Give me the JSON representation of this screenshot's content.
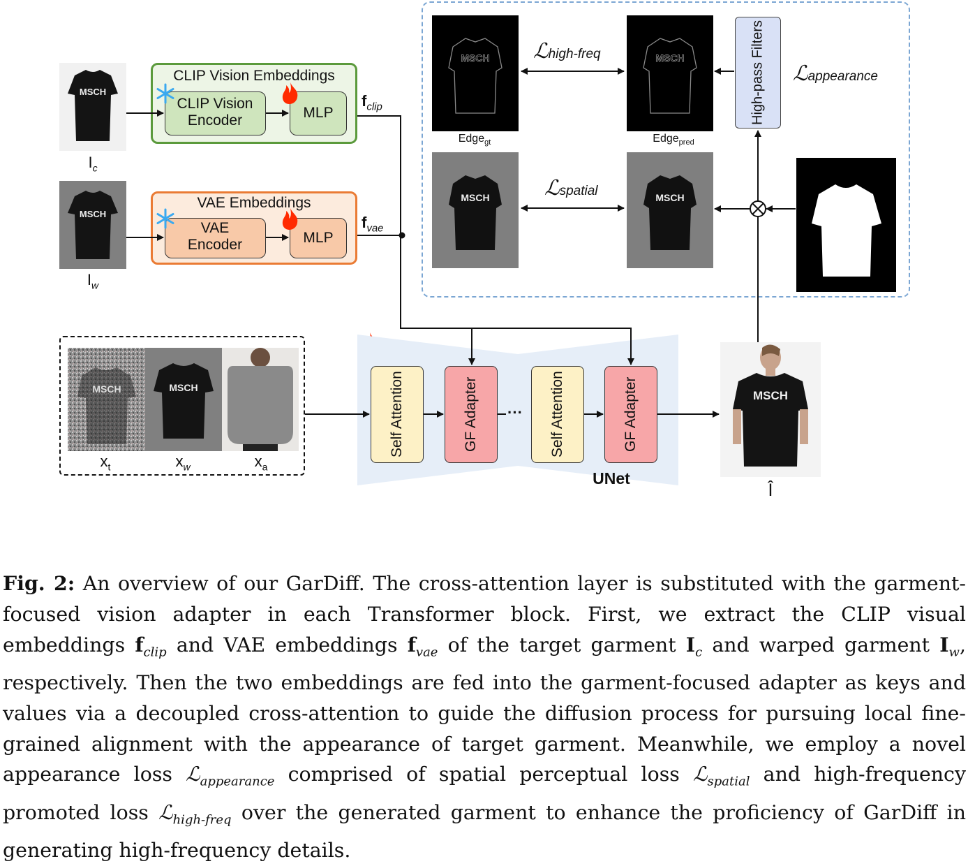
{
  "diagram": {
    "inputs": {
      "target_garment_label": "I",
      "target_garment_sub": "c",
      "warped_garment_label": "I",
      "warped_garment_sub": "w",
      "shirt_text": "MSCH"
    },
    "clip_block": {
      "title": "CLIP Vision Embeddings",
      "encoder": "CLIP Vision Encoder",
      "mlp": "MLP",
      "output_label": "f",
      "output_sub": "clip"
    },
    "vae_block": {
      "title": "VAE Embeddings",
      "encoder": "VAE Encoder",
      "mlp": "MLP",
      "output_label": "f",
      "output_sub": "vae"
    },
    "latents": {
      "xt_label": "x",
      "xt_sub": "t",
      "xw_label": "x",
      "xw_sub": "w",
      "xa_label": "x",
      "xa_sub": "a"
    },
    "unet": {
      "self_attention": "Self Attention",
      "gf_adapter": "GF Adapter",
      "ellipsis": "···",
      "label": "UNet"
    },
    "output": {
      "label": "Î"
    },
    "loss_panel": {
      "edge_gt_label": "Edge",
      "edge_gt_sub": "gt",
      "edge_pred_label": "Edge",
      "edge_pred_sub": "pred",
      "high_pass": "High-pass Filters",
      "loss_high_freq": "high-freq",
      "loss_spatial": "spatial",
      "loss_appearance": "appearance",
      "loss_symbol": "ℒ"
    },
    "colors": {
      "clip_border": "#5b9a3c",
      "clip_fill": "#edf5e6",
      "clip_inner": "#cfe5bd",
      "vae_border": "#ea7b34",
      "vae_fill": "#fcebdd",
      "vae_inner": "#f8c9a8",
      "self_attn": "#fdf1c6",
      "gf_adapter": "#f7a6a8",
      "unet_bg": "#e6eef8",
      "high_pass": "#d9e1f6",
      "loss_panel_border": "#7ba6d3",
      "flame": "#ff2a00",
      "snowflake": "#3aa9f0"
    }
  },
  "caption": {
    "fig_label": "Fig. 2:",
    "part1": "An overview of our GarDiff. The cross-attention layer is substituted with the garment-focused vision adapter in each Transformer block. First, we extract the CLIP visual embeddings",
    "f_clip": "f",
    "f_clip_sub": "clip",
    "part2": "and VAE embeddings",
    "f_vae": "f",
    "f_vae_sub": "vae",
    "part3": "of the target garment",
    "ic": "I",
    "ic_sub": "c",
    "part4": "and warped garment",
    "iw": "I",
    "iw_sub": "w",
    "part5": ", respectively. Then the two embeddings are fed into the garment-focused adapter as keys and values via a decoupled cross-attention to guide the diffusion process for pursuing local fine-grained alignment with the appearance of target garment. Meanwhile, we employ a novel appearance loss",
    "l_app_sub": "appearance",
    "part6": "comprised of spatial perceptual loss",
    "l_sp_sub": "spatial",
    "part7": "and high-frequency promoted loss",
    "l_hf_sub": "high-freq",
    "part8": "over the generated garment to enhance the proficiency of GarDiff in generating high-frequency details.",
    "l_symbol": "ℒ"
  }
}
